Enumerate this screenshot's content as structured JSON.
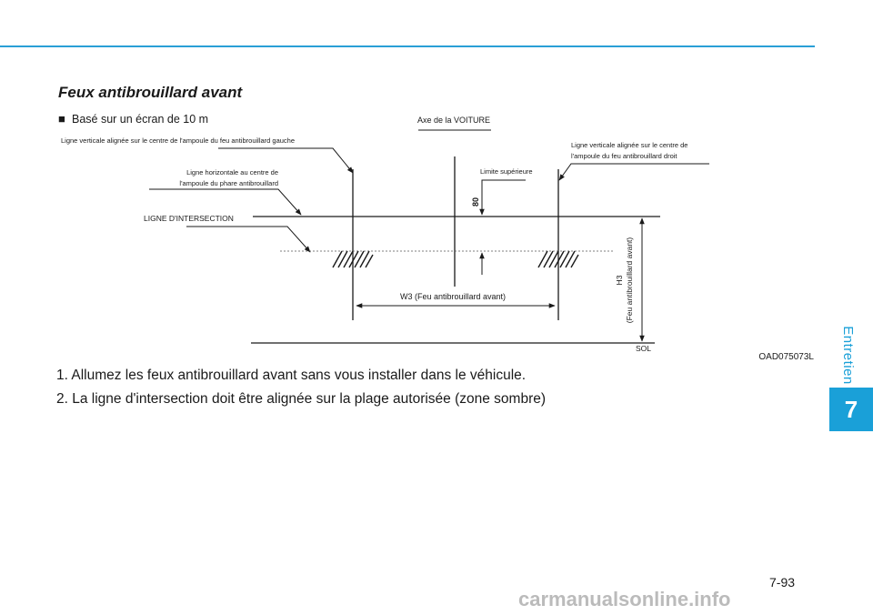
{
  "page": {
    "section_title": "Feux antibrouillard avant",
    "side_tab_label": "Entretien",
    "chapter_number": "7",
    "page_number": "7-93",
    "watermark": "carmanualsonline.info"
  },
  "diagram": {
    "bullet": "■",
    "basis_label": "Basé sur un écran de 10 m",
    "axis_label": "Axe de la VOITURE",
    "left_vertical_label": "Ligne verticale alignée sur le centre de l'ampoule du feu antibrouillard gauche",
    "horizontal_line_label_1": "Ligne horizontale au centre de",
    "horizontal_line_label_2": "l'ampoule du phare antibrouillard",
    "cut_off_label": "LIGNE D'INTERSECTION",
    "right_vertical_label_1": "Ligne verticale alignée sur le centre de",
    "right_vertical_label_2": "l'ampoule du feu antibrouillard droit",
    "upper_limit_label": "Limite supérieure",
    "offset_label": "80",
    "width_label": "W3 (Feu antibrouillard avant)",
    "height_label_1": "H3",
    "height_label_2": "(Feu antibrouillard avant)",
    "ground_label": "SOL",
    "figure_code": "OAD075073L"
  },
  "steps": [
    "1. Allumez les feux antibrouillard avant sans vous installer dans le véhicule.",
    "2. La ligne d'intersection doit être alignée sur la plage autorisée (zone sombre)"
  ],
  "colors": {
    "accent": "#1aa0d8",
    "rule": "#2a9fd6"
  }
}
